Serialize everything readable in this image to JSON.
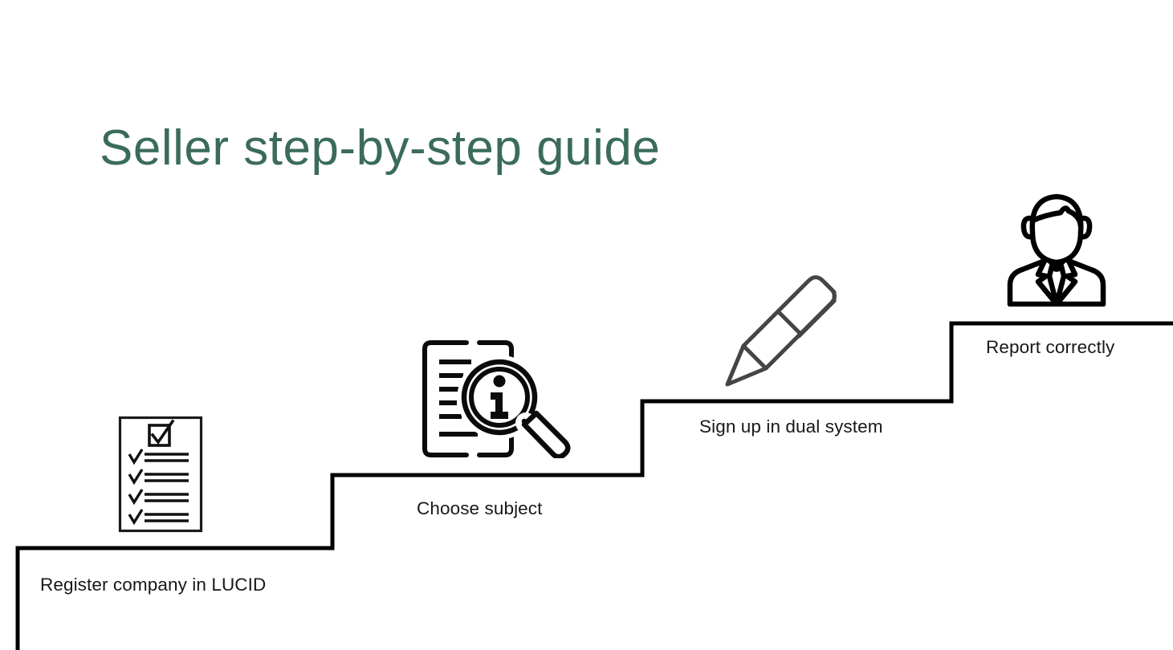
{
  "page": {
    "title": "Seller step-by-step guide",
    "title_color": "#3a6b5c",
    "background_color": "#ffffff",
    "label_color": "#18181a",
    "stair_color": "#000000",
    "pen_color": "#454545"
  },
  "steps": [
    {
      "index": 1,
      "label": "Register company in LUCID",
      "icon": "checklist-icon"
    },
    {
      "index": 2,
      "label": "Choose subject",
      "icon": "document-search-info-icon"
    },
    {
      "index": 3,
      "label": "Sign up in dual system",
      "icon": "pen-icon"
    },
    {
      "index": 4,
      "label": "Report correctly",
      "icon": "businessman-icon"
    }
  ]
}
